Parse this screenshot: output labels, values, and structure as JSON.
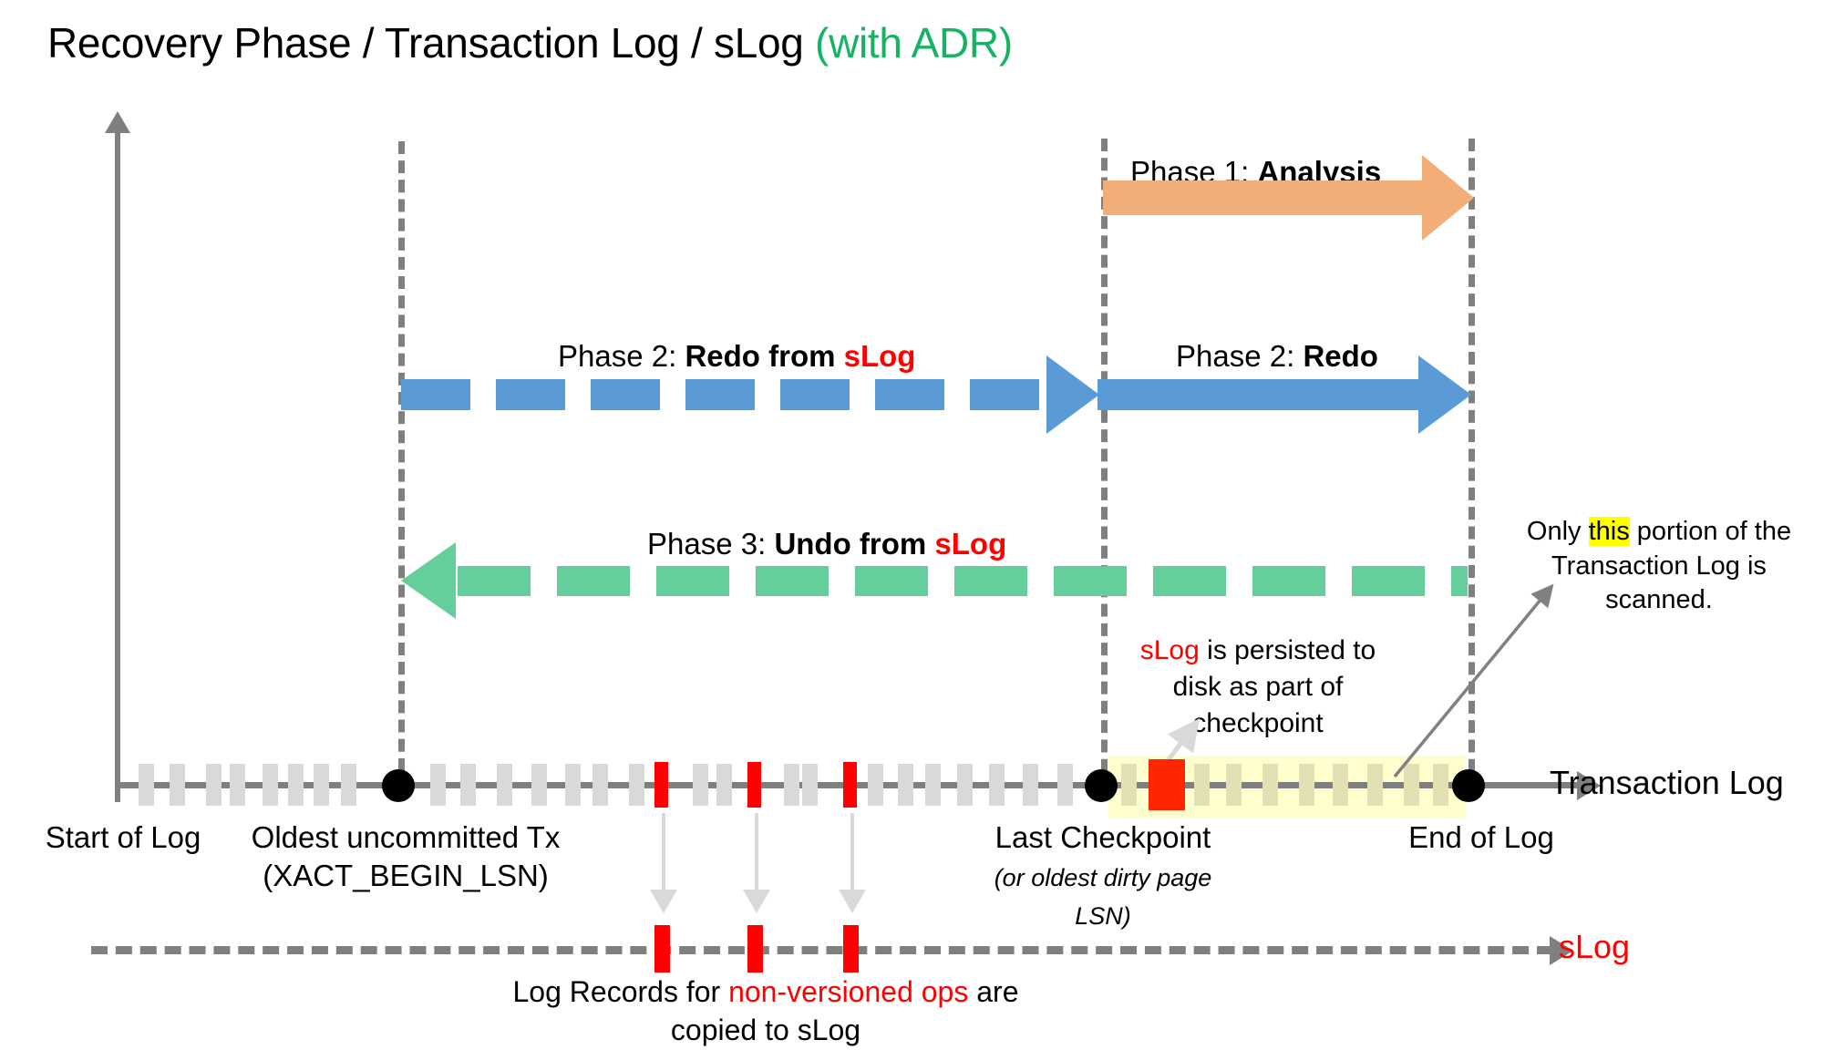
{
  "title": {
    "main": "Recovery Phase / Transaction Log / sLog ",
    "suffix": "(with ADR)"
  },
  "phases": [
    {
      "id": "analysis",
      "prefix": "Phase 1: ",
      "name": "Analysis",
      "style": "solid",
      "color": "#f2ae79",
      "direction": "right",
      "from": "Last Checkpoint",
      "to": "End of Log"
    },
    {
      "id": "redo-from-slog",
      "prefix": "Phase 2: ",
      "name": "Redo from ",
      "name_accent": "sLog",
      "style": "dashed",
      "color": "#5b9bd5",
      "direction": "right",
      "from": "XACT_BEGIN_LSN",
      "to": "Last Checkpoint"
    },
    {
      "id": "redo",
      "prefix": "Phase 2: ",
      "name": "Redo",
      "style": "solid",
      "color": "#5b9bd5",
      "direction": "right",
      "from": "Last Checkpoint",
      "to": "End of Log"
    },
    {
      "id": "undo-from-slog",
      "prefix": "Phase 3: ",
      "name": "Undo from ",
      "name_accent": "sLog",
      "style": "dashed",
      "color": "#64cf9a",
      "direction": "left",
      "from": "End of Log",
      "to": "XACT_BEGIN_LSN"
    }
  ],
  "axis": {
    "transaction_log_label": "Transaction Log",
    "slog_label": "sLog",
    "markers": [
      {
        "id": "start-of-log",
        "label": "Start of Log",
        "sub": ""
      },
      {
        "id": "oldest-uncommitted-tx",
        "label": "Oldest uncommitted Tx",
        "sub": "(XACT_BEGIN_LSN)"
      },
      {
        "id": "last-checkpoint",
        "label": "Last Checkpoint",
        "sub": "(or oldest dirty page LSN)"
      },
      {
        "id": "end-of-log",
        "label": "End of Log",
        "sub": ""
      }
    ]
  },
  "callouts": [
    {
      "id": "slog-persisted",
      "accent": "sLog",
      "text": " is persisted to disk as part of checkpoint"
    },
    {
      "id": "scanned-portion",
      "pre": "Only ",
      "highlight": "this",
      "post": " portion of the Transaction Log is scanned."
    },
    {
      "id": "copied-to-slog",
      "pre": "Log Records for ",
      "accent": "non-versioned ops",
      "post": " are copied to sLog"
    }
  ],
  "colors": {
    "analysis": "#f2ae79",
    "redo": "#5b9bd5",
    "undo": "#64cf9a",
    "accent_red": "#ff0000",
    "accent_green": "#16b364",
    "highlight_yellow": "#ffff00",
    "scan_band": "#ffffbb",
    "log_record": "#d9d9d9",
    "axis": "#7f7f7f"
  }
}
